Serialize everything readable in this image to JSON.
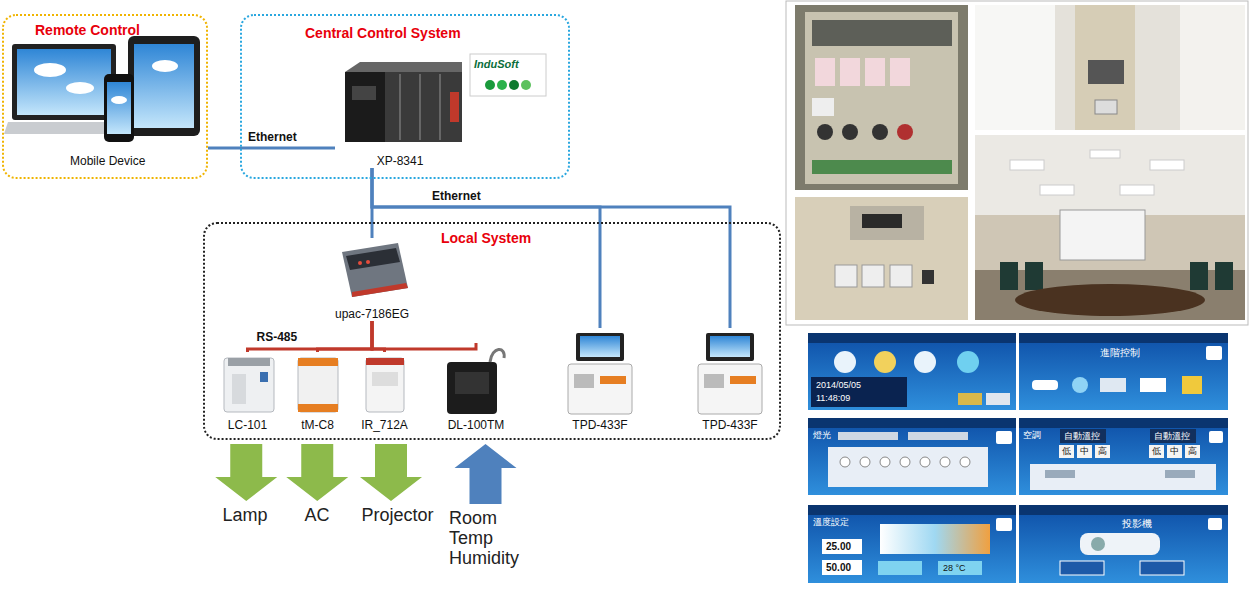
{
  "diagram": {
    "nodes": [
      {
        "text": [
          "Remote Control"
        ]
      },
      {
        "text": [
          "Central Control System"
        ]
      },
      {
        "text": [
          "XP-8341"
        ],
        "in": 1
      },
      {
        "text": [
          "Local System"
        ]
      },
      {
        "text": [
          "upac-7186EG"
        ],
        "in": 3
      },
      {
        "text": [
          "LC-101"
        ],
        "in": 3
      },
      {
        "text": [
          "tM-C8"
        ],
        "in": 3
      },
      {
        "text": [
          "IR_712A"
        ],
        "in": 3
      },
      {
        "text": [
          "DL-100TM"
        ],
        "in": 3
      },
      {
        "text": [
          "TPD-433F"
        ],
        "in": 3
      },
      {
        "text": [
          "TPD-433F"
        ],
        "in": 3
      },
      {
        "text": [
          "Lamp"
        ]
      },
      {
        "text": [
          "AC"
        ]
      },
      {
        "text": [
          "Projector"
        ]
      },
      {
        "text": [
          "Room Temp Humidity"
        ]
      }
    ],
    "edges": [
      {
        "from": 0,
        "to": 2,
        "label": "Ethernet",
        "arrow": "none"
      },
      {
        "from": 2,
        "to": 4,
        "arrow": "none"
      },
      {
        "from": 2,
        "to": 9,
        "label": "Ethernet",
        "arrow": "none"
      },
      {
        "from": 2,
        "to": 10,
        "arrow": "none"
      },
      {
        "from": 4,
        "to": 5,
        "label": "RS-485",
        "arrow": "none"
      },
      {
        "from": 4,
        "to": 6,
        "arrow": "none"
      },
      {
        "from": 4,
        "to": 7,
        "arrow": "none"
      },
      {
        "from": 4,
        "to": 8,
        "arrow": "none"
      },
      {
        "from": 5,
        "to": 11,
        "arrow": "to"
      },
      {
        "from": 6,
        "to": 12,
        "arrow": "to"
      },
      {
        "from": 7,
        "to": 13,
        "arrow": "to"
      },
      {
        "from": 14,
        "to": 8,
        "arrow": "to"
      }
    ],
    "labels": [
      "Mobile Device",
      "InduSoft",
      "2014/05/05",
      "11:48:09",
      "進階控制",
      "燈光",
      "空調",
      "自動溫控",
      "自動溫控",
      "低",
      "中",
      "高",
      "低",
      "中",
      "高",
      "溫度設定",
      "25.00",
      "50.00",
      "28 °C",
      "投影機"
    ]
  }
}
